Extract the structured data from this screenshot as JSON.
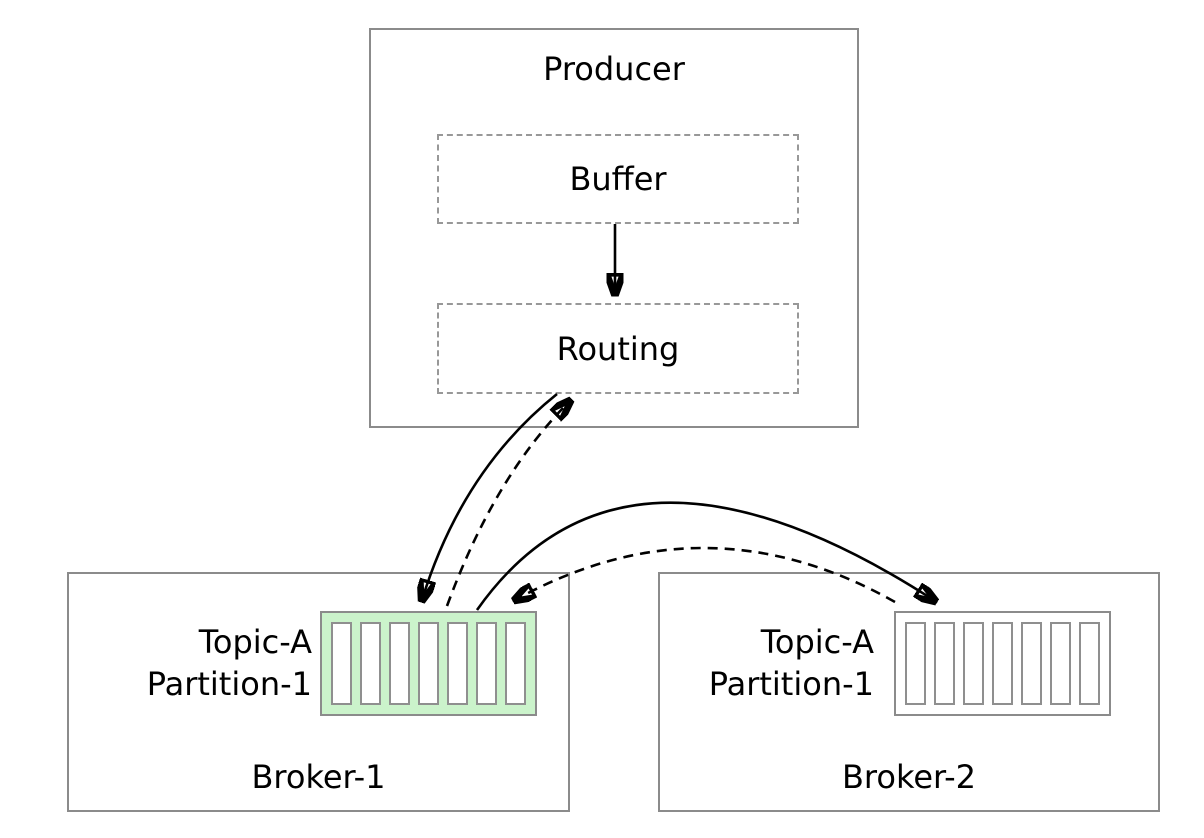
{
  "colors": {
    "box_border": "#8b8b8b",
    "dashed_border": "#989898",
    "arrow": "#000000",
    "partition_highlight_green": "#cbf3cb",
    "partition_plain": "#ffffff",
    "segment_border": "#8f8f8f"
  },
  "producer": {
    "label": "Producer",
    "components": [
      {
        "label": "Buffer"
      },
      {
        "label": "Routing"
      }
    ]
  },
  "brokers": [
    {
      "name": "Broker-1",
      "partition": {
        "topic": "Topic-A",
        "partition": "Partition-1",
        "segments": 7,
        "highlighted": true
      }
    },
    {
      "name": "Broker-2",
      "partition": {
        "topic": "Topic-A",
        "partition": "Partition-1",
        "segments": 7,
        "highlighted": false
      }
    }
  ],
  "connections": [
    {
      "from": "Buffer",
      "to": "Routing",
      "style": "solid"
    },
    {
      "from": "Routing",
      "to": "Broker-1 Topic-A Partition-1",
      "style": "solid"
    },
    {
      "from": "Broker-1 Topic-A Partition-1",
      "to": "Routing",
      "style": "dashed"
    },
    {
      "from": "Broker-1 Topic-A Partition-1",
      "to": "Broker-2 Topic-A Partition-1",
      "style": "solid"
    },
    {
      "from": "Broker-2 Topic-A Partition-1",
      "to": "Broker-1 Topic-A Partition-1",
      "style": "dashed"
    }
  ]
}
